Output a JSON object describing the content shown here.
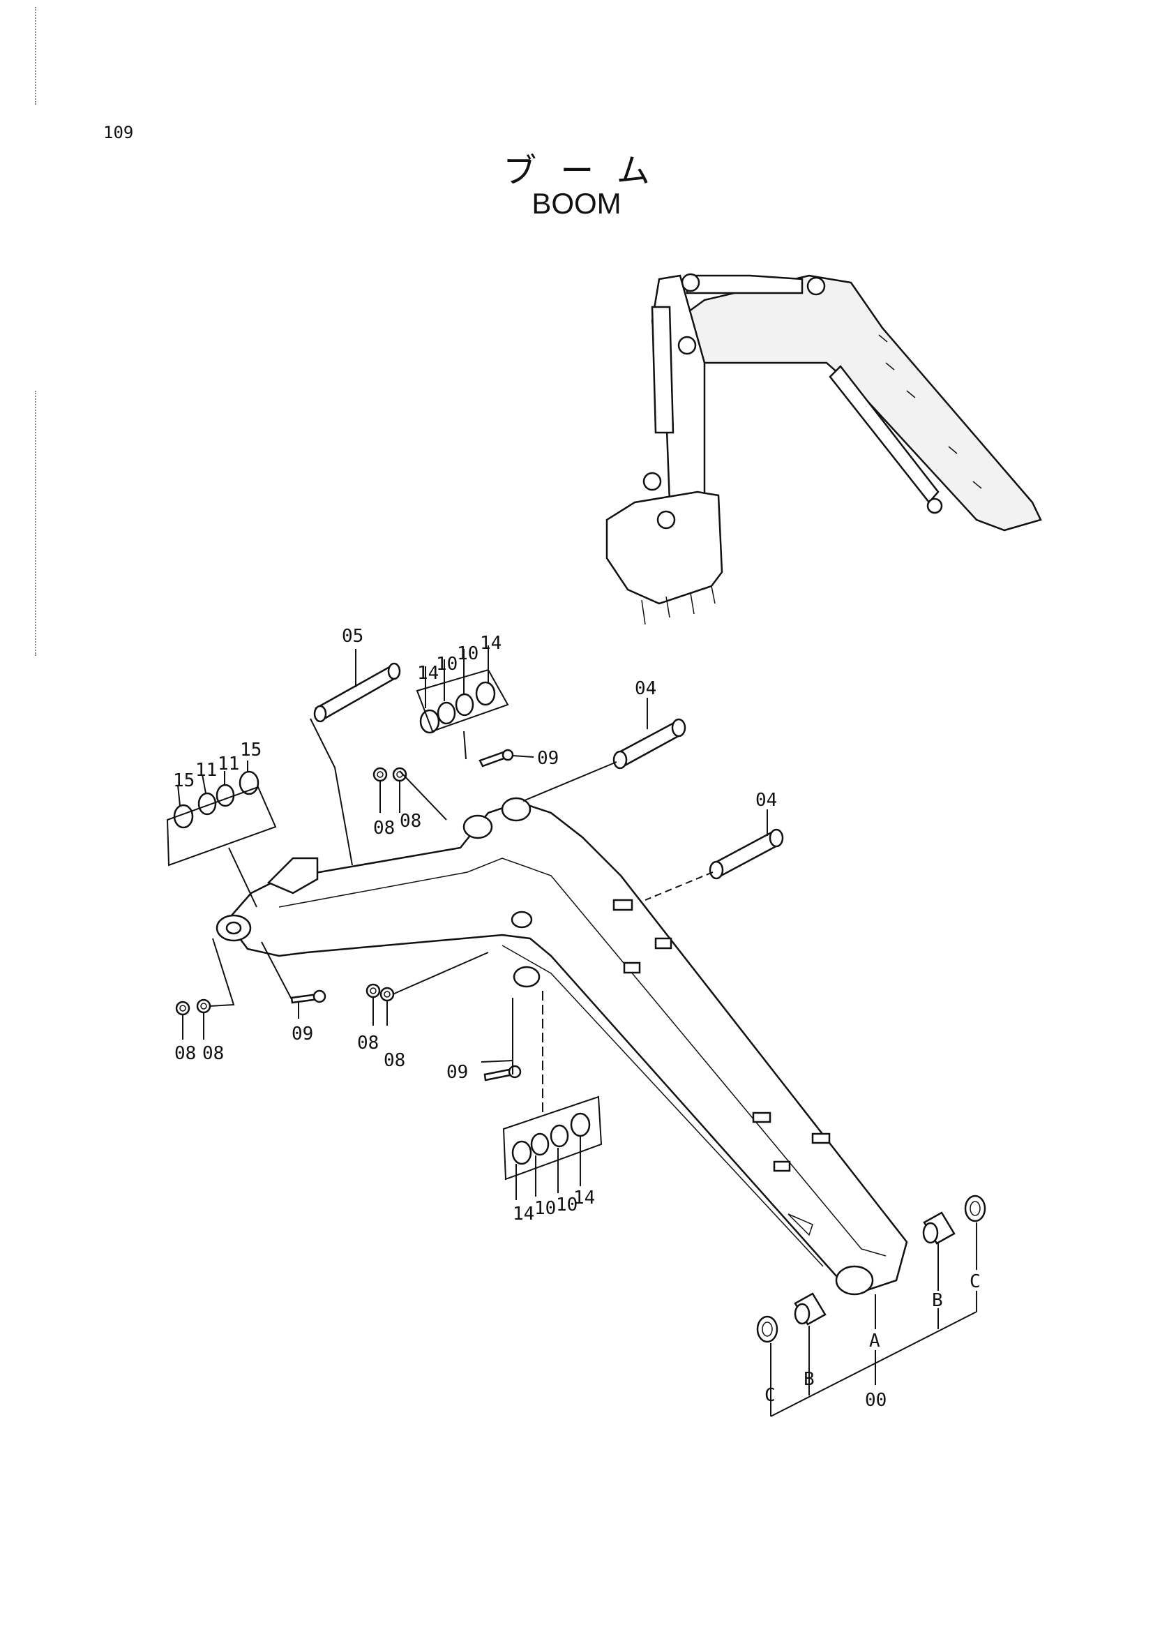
{
  "page": {
    "number": "109",
    "title_jp": "ブーム",
    "title_en": "BOOM"
  },
  "labels": {
    "l00": "00",
    "l04a": "04",
    "l04b": "04",
    "l05": "05",
    "l08a": "08",
    "l08b": "08",
    "l08c": "08",
    "l08d": "08",
    "l08e": "08",
    "l08f": "08",
    "l09a": "09",
    "l09b": "09",
    "l09c": "09",
    "l10a": "10",
    "l10b": "10",
    "l10c": "10",
    "l10d": "10",
    "l11a": "11",
    "l11b": "11",
    "l14a": "14",
    "l14b": "14",
    "l14c": "14",
    "l14d": "14",
    "l15a": "15",
    "l15b": "15",
    "lA": "A",
    "lB1": "B",
    "lB2": "B",
    "lC1": "C",
    "lC2": "C"
  }
}
